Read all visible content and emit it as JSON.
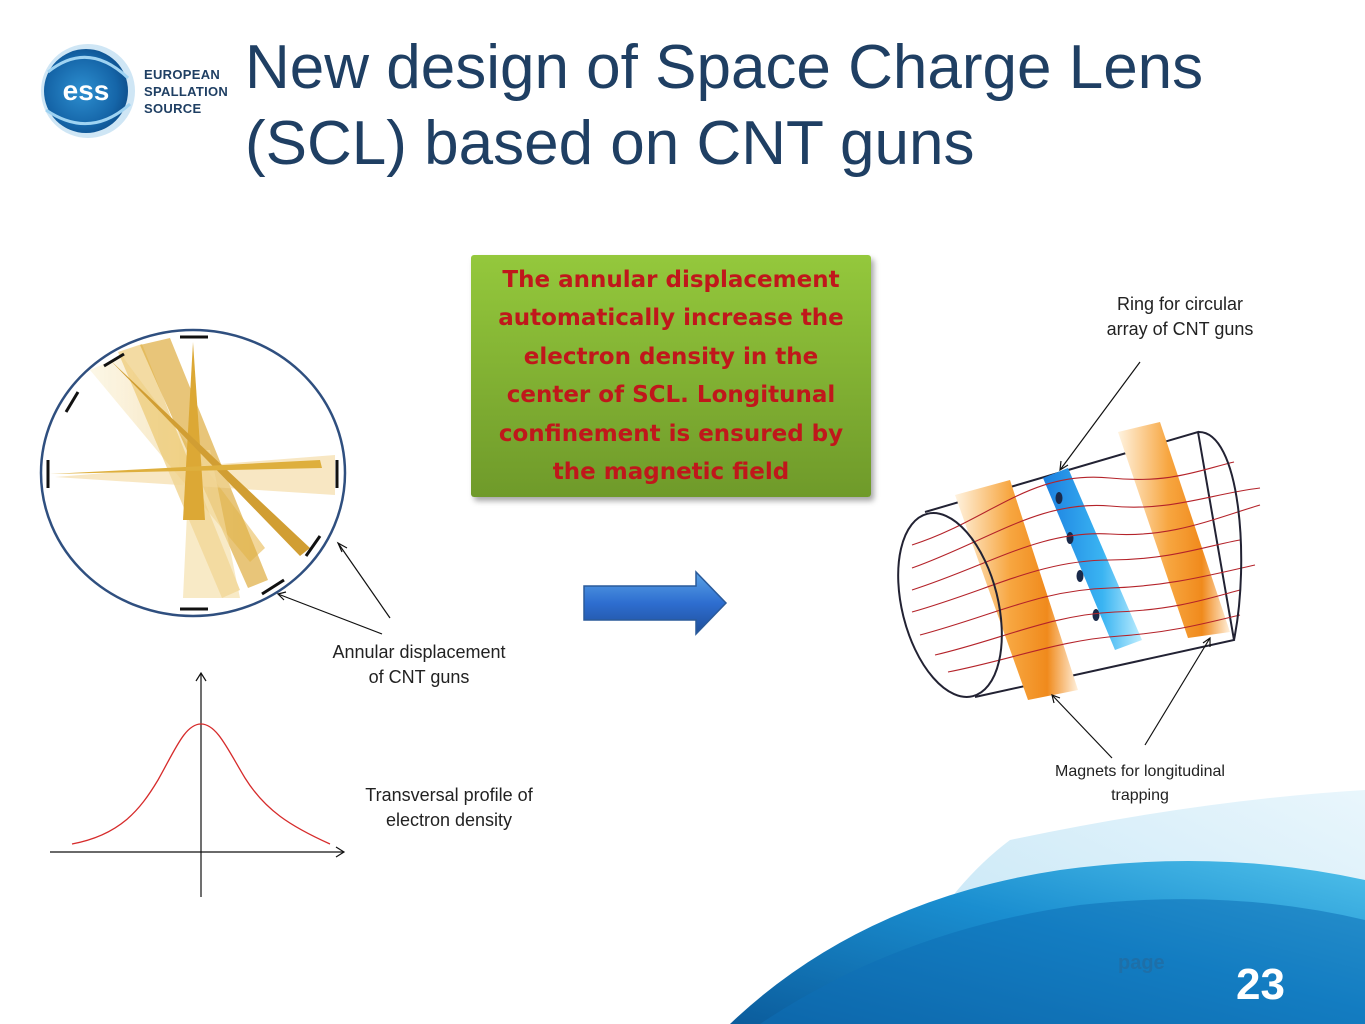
{
  "title": "New design of Space Charge Lens (SCL) based on CNT guns",
  "logo": {
    "mark": "ess",
    "lines": [
      "EUROPEAN",
      "SPALLATION",
      "SOURCE"
    ]
  },
  "callout": "The annular displacement automatically increase the electron density in the center of SCL. Longitunal confinement is ensured by the magnetic field",
  "labels": {
    "annular": "Annular displacement of CNT guns",
    "transversal": "Transversal profile of electron density",
    "ring": "Ring for circular array of CNT guns",
    "magnets": "Magnets for longitudinal trapping"
  },
  "footer": {
    "page_word": "page",
    "page_number": "23"
  },
  "colors": {
    "title": "#1f3f63",
    "callout_text": "#c0171b",
    "callout_bg": "#8ab83a",
    "beam": "#e2a81e",
    "magnet": "#f39a2e",
    "ring": "#2a8fe0",
    "curve": "#d62b2b"
  }
}
